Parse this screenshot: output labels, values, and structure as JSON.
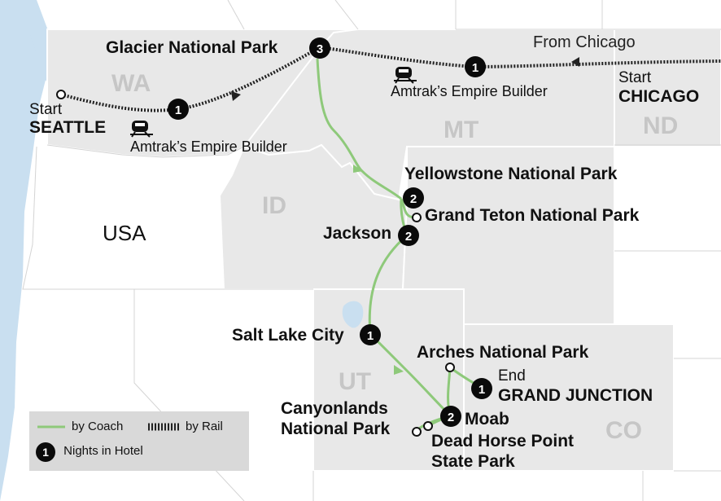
{
  "map": {
    "country": "USA",
    "states": {
      "wa": "WA",
      "mt": "MT",
      "nd": "ND",
      "id": "ID",
      "ut": "UT",
      "co": "CO"
    },
    "start_west": {
      "word": "Start",
      "city": "SEATTLE"
    },
    "start_east": {
      "word": "Start",
      "city": "CHICAGO"
    },
    "end": {
      "word": "End",
      "city": "GRAND JUNCTION"
    },
    "from_chicago": "From Chicago",
    "rail_label_west": "Amtrak’s Empire Builder",
    "rail_label_east": "Amtrak’s Empire Builder",
    "places": {
      "glacier": "Glacier National Park",
      "yellowstone": "Yellowstone National Park",
      "grand_teton": "Grand Teton National Park",
      "jackson": "Jackson",
      "salt_lake": "Salt Lake City",
      "arches": "Arches National Park",
      "canyonlands_1": "Canyonlands",
      "canyonlands_2": "National Park",
      "moab": "Moab",
      "dead_horse_1": "Dead Horse Point",
      "dead_horse_2": "State Park"
    },
    "nights": {
      "rail_west": "1",
      "glacier": "3",
      "rail_east": "1",
      "yellowstone": "2",
      "jackson": "2",
      "salt_lake": "1",
      "moab": "2",
      "grand_junction": "1"
    },
    "colors": {
      "land": "#e8e8e8",
      "water": "#c9dff0",
      "coach_route": "#8ec97a",
      "rail_route": "#222222",
      "badge": "#0a0a0a",
      "state_label": "#c6c6c6"
    }
  },
  "legend": {
    "by_coach": "by Coach",
    "by_rail": "by Rail",
    "nights_in_hotel": "Nights in Hotel",
    "nights_example": "1"
  }
}
